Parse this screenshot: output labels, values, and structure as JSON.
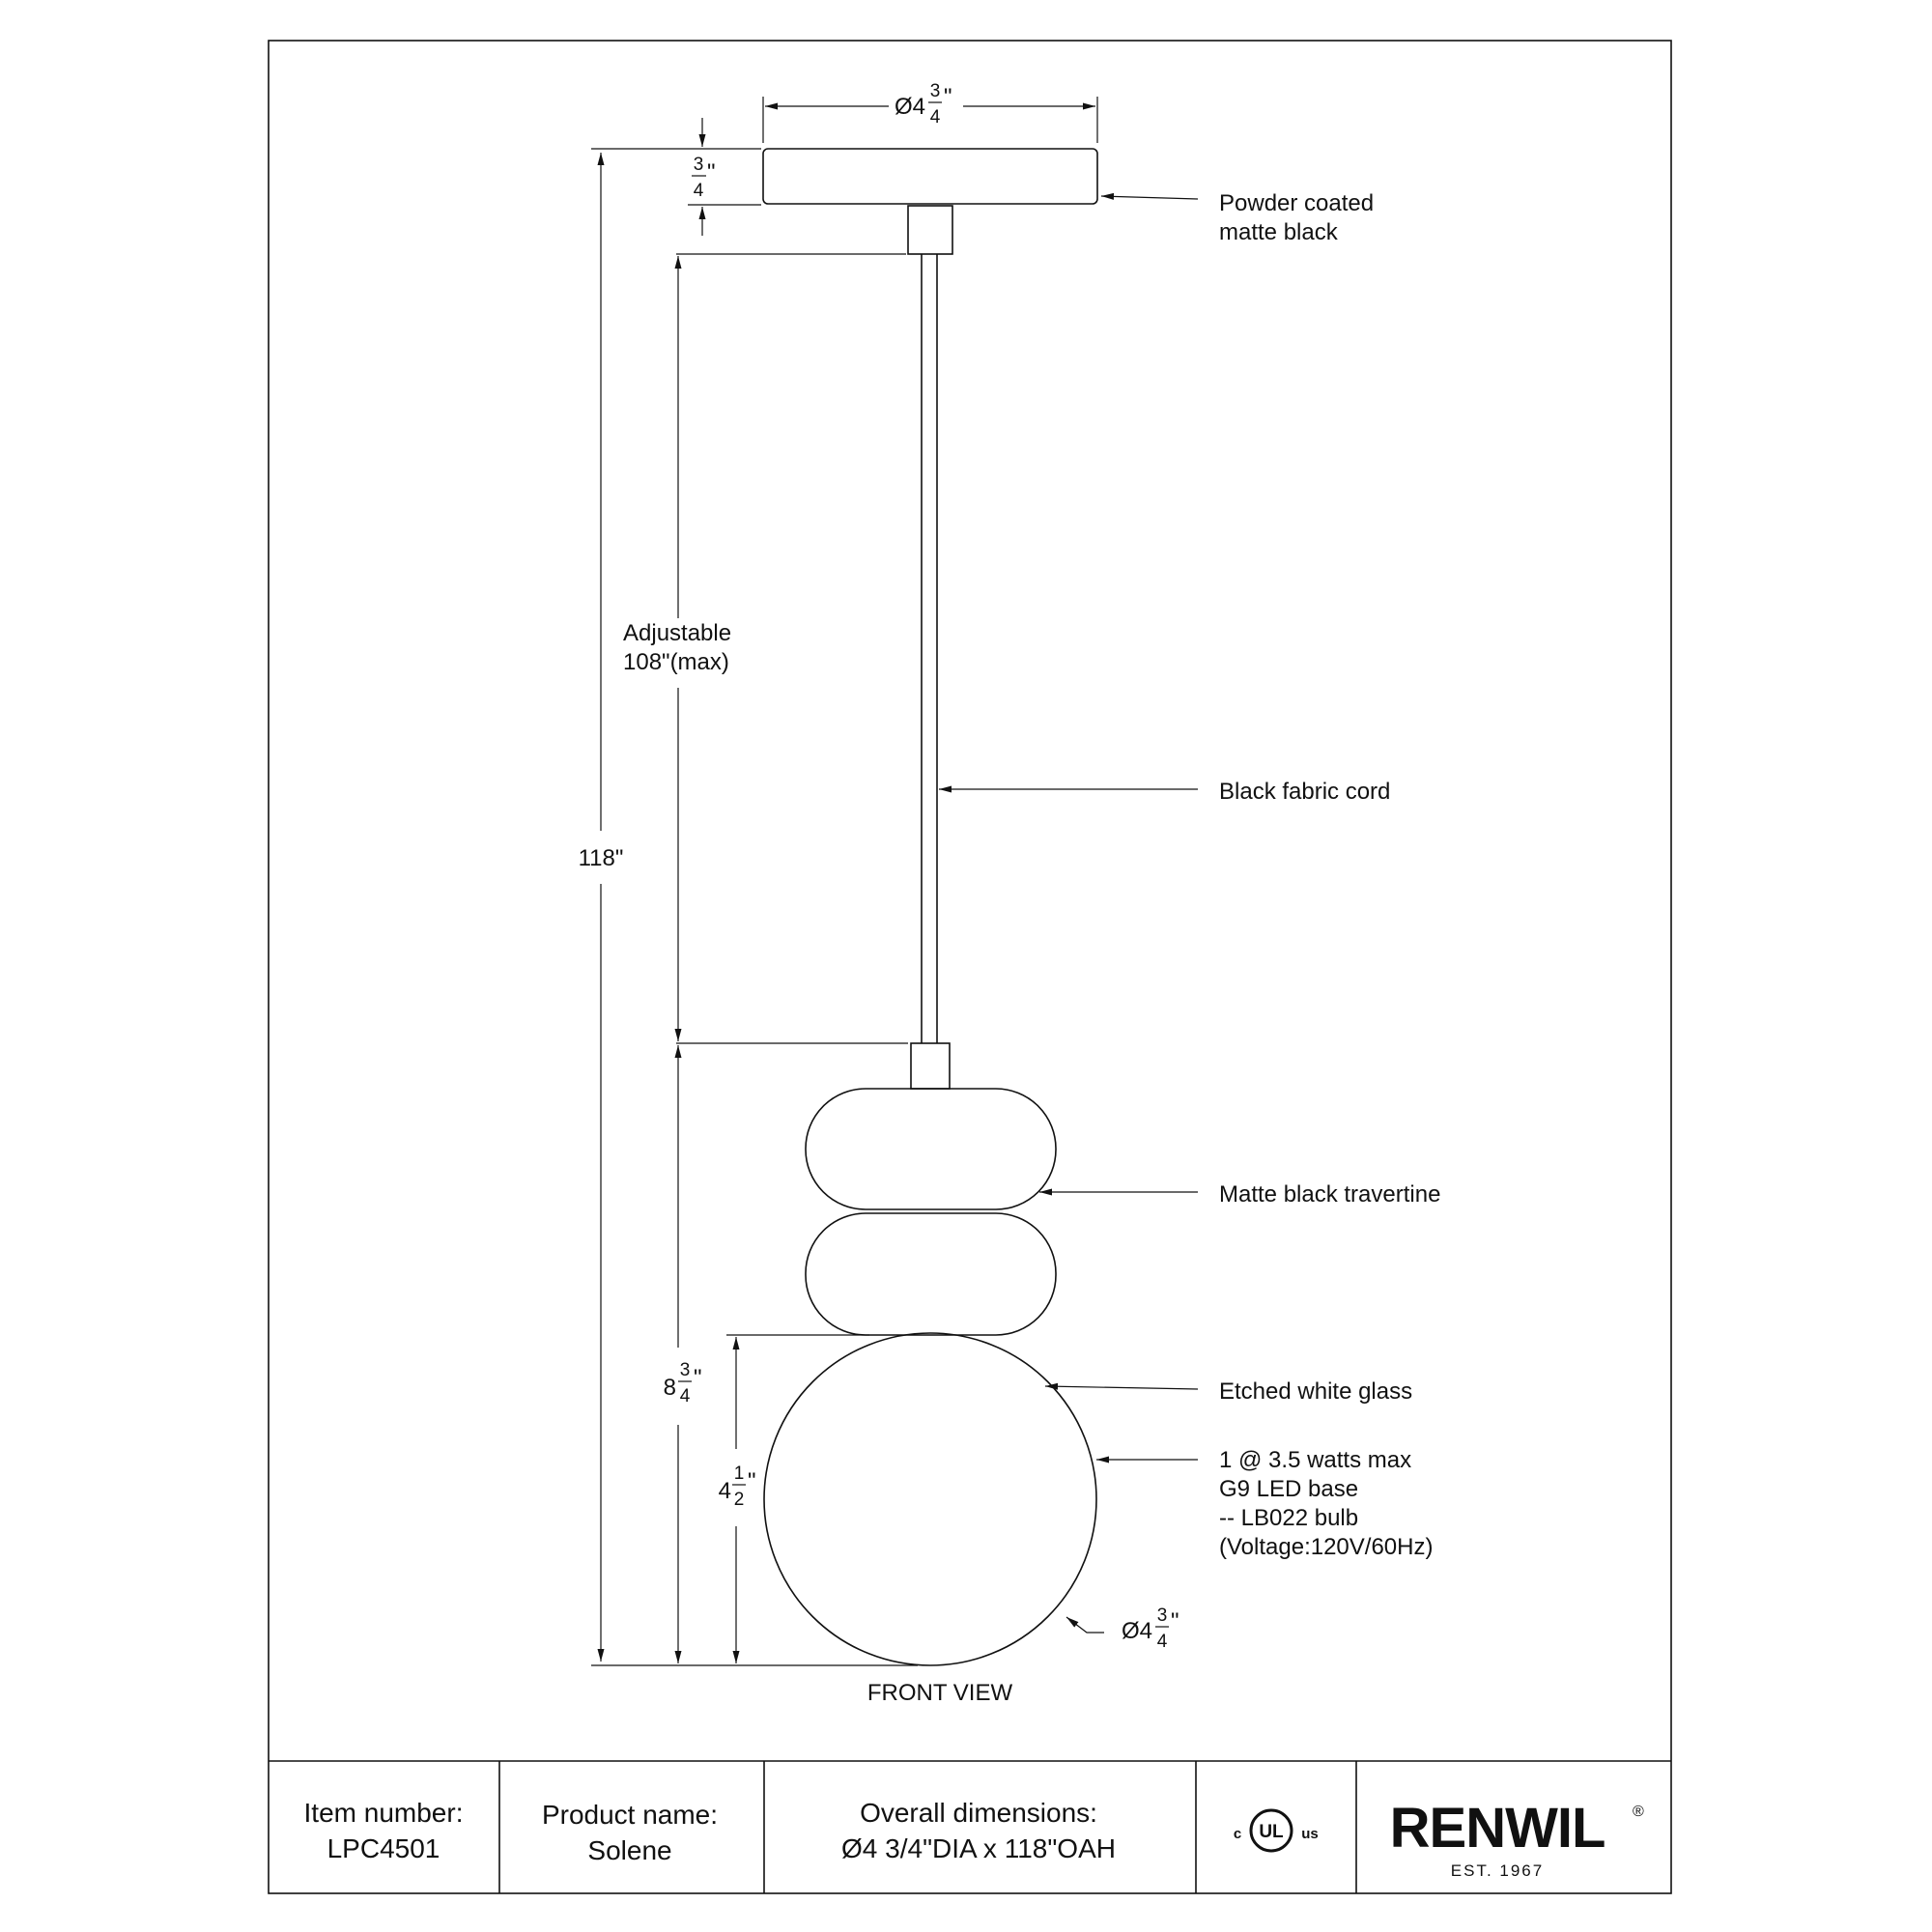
{
  "drawing": {
    "view_label": "FRONT VIEW",
    "dim_canopy_diameter": {
      "whole": "Ø4",
      "num": "3",
      "den": "4",
      "unit": "\""
    },
    "dim_canopy_height": {
      "num": "3",
      "den": "4",
      "unit": "\""
    },
    "dim_overall_height": "118\"",
    "dim_adjustable": [
      "Adjustable",
      "108\"(max)"
    ],
    "dim_body_height": {
      "whole": "8",
      "num": "3",
      "den": "4",
      "unit": "\""
    },
    "dim_globe_height": {
      "whole": "4",
      "num": "1",
      "den": "2",
      "unit": "\""
    },
    "dim_globe_diameter": {
      "whole": "Ø4",
      "num": "3",
      "den": "4",
      "unit": "\""
    },
    "callouts": {
      "canopy": [
        "Powder coated",
        "matte black"
      ],
      "cord": [
        "Black fabric cord"
      ],
      "travertine": [
        "Matte black travertine"
      ],
      "glass": [
        "Etched white glass"
      ],
      "bulb": [
        "1 @ 3.5 watts max",
        "G9 LED base",
        "-- LB022 bulb",
        "(Voltage:120V/60Hz)"
      ]
    }
  },
  "title_block": {
    "item_label": "Item number:",
    "item_value": "LPC4501",
    "product_label": "Product name:",
    "product_value": "Solene",
    "dimensions_label": "Overall dimensions:",
    "dimensions_value": "Ø4 3/4\"DIA x 118\"OAH",
    "cert_left": "c",
    "cert_mark": "UL",
    "cert_right": "us",
    "brand_name": "RENWIL",
    "brand_reg": "®",
    "brand_est": "EST. 1967"
  }
}
